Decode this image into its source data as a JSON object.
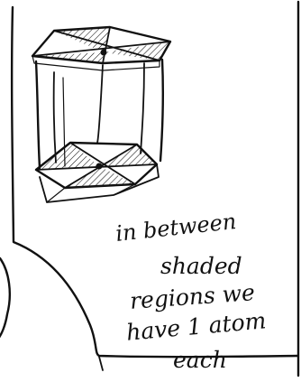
{
  "annotation": {
    "lines": [
      "in between",
      "shaded",
      "regions we",
      "have 1 atom",
      "each"
    ]
  },
  "colors": {
    "ink": "#111111",
    "paper": "#ffffff"
  }
}
